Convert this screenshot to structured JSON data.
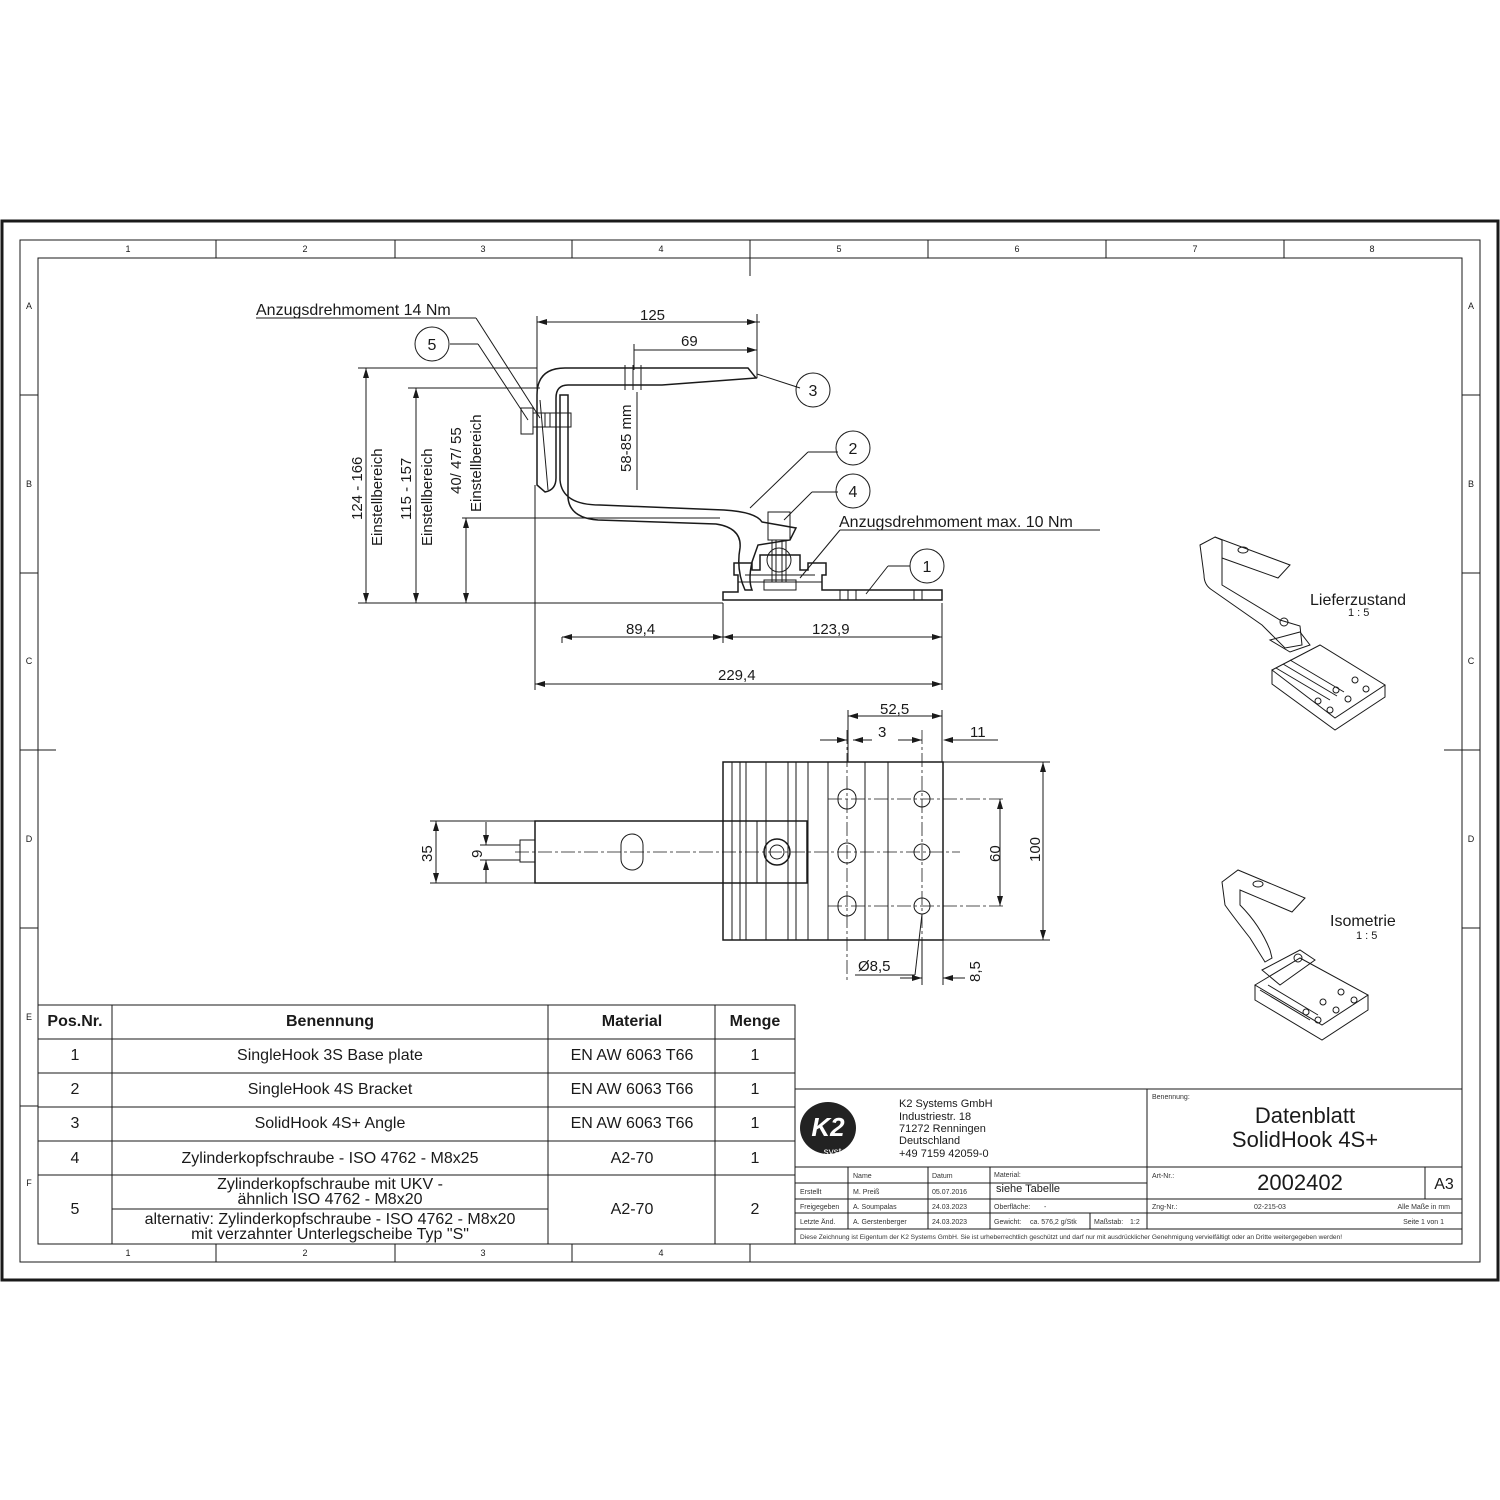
{
  "drawing": {
    "annotations": {
      "torque_top": "Anzugsdrehmoment 14 Nm",
      "torque_mid": "Anzugsdrehmoment max. 10 Nm",
      "dim_125": "125",
      "dim_69": "69",
      "dim_58_85": "58-85 mm",
      "dim_124_166": "124 - 166",
      "dim_115_157": "115 - 157",
      "dim_40_47_55": "40/ 47/ 55",
      "einstellbereich": "Einstellbereich",
      "dim_89_4": "89,4",
      "dim_123_9": "123,9",
      "dim_229_4": "229,4",
      "dim_52_5": "52,5",
      "dim_3": "3",
      "dim_11": "11",
      "dim_35": "35",
      "dim_9": "9",
      "dim_60": "60",
      "dim_100": "100",
      "dim_d8_5": "Ø8,5",
      "dim_8_5": "8,5"
    },
    "balloons": [
      "1",
      "2",
      "3",
      "4",
      "5"
    ],
    "views": {
      "lieferzustand": "Lieferzustand",
      "lieferzustand_scale": "1 : 5",
      "isometrie": "Isometrie",
      "isometrie_scale": "1 : 5"
    }
  },
  "zones": {
    "columns": [
      "1",
      "2",
      "3",
      "4",
      "5",
      "6",
      "7",
      "8"
    ],
    "rows": [
      "A",
      "B",
      "C",
      "D",
      "E",
      "F"
    ]
  },
  "parts_table": {
    "headers": [
      "Pos.Nr.",
      "Benennung",
      "Material",
      "Menge"
    ],
    "rows": [
      {
        "pos": "1",
        "name": "SingleHook 3S Base plate",
        "material": "EN AW 6063 T66",
        "qty": "1"
      },
      {
        "pos": "2",
        "name": "SingleHook 4S Bracket",
        "material": "EN AW 6063 T66",
        "qty": "1"
      },
      {
        "pos": "3",
        "name": "SolidHook 4S+ Angle",
        "material": "EN AW 6063 T66",
        "qty": "1"
      },
      {
        "pos": "4",
        "name": "Zylinderkopfschraube - ISO 4762 - M8x25",
        "material": "A2-70",
        "qty": "1"
      },
      {
        "pos": "5",
        "name_lines": [
          "Zylinderkopfschraube mit UKV -",
          "ähnlich ISO 4762 - M8x20",
          "alternativ: Zylinderkopfschraube - ISO 4762 - M8x20",
          "mit verzahnter Unterlegscheibe Typ \"S\""
        ],
        "material": "A2-70",
        "qty": "2"
      }
    ]
  },
  "title_block": {
    "logo_text": "K2",
    "logo_sub": "systems",
    "company": [
      "K2 Systems GmbH",
      "Industriestr. 18",
      "71272 Renningen",
      "Deutschland",
      "+49 7159 42059-0"
    ],
    "benennung_label": "Benennung:",
    "title_1": "Datenblatt",
    "title_2": "SolidHook 4S+",
    "col_name": "Name",
    "col_datum": "Datum",
    "material_label": "Material:",
    "material_value": "siehe Tabelle",
    "oberflaeche_label": "Oberfläche:",
    "oberflaeche_value": "-",
    "gewicht_label": "Gewicht:",
    "gewicht_value": "ca. 576,2 g/Stk",
    "massstab_label": "Maßstab:",
    "massstab_value": "1:2",
    "erstellt_label": "Erstellt",
    "erstellt_name": "M. Preiß",
    "erstellt_date": "05.07.2016",
    "freigegeben_label": "Freigegeben",
    "freigegeben_name": "A. Soumpalas",
    "freigegeben_date": "24.03.2023",
    "letzte_label": "Letzte Änd.",
    "letzte_name": "A. Gerstenberger",
    "letzte_date": "24.03.2023",
    "artnr_label": "Art-Nr.:",
    "artnr_value": "2002402",
    "format": "A3",
    "zngnr_label": "Zng-Nr.:",
    "zngnr_value": "02-215-03",
    "masse_note": "Alle Maße in mm",
    "sheet_note": "Seite 1 von 1",
    "copyright": "Diese Zeichnung ist Eigentum der K2 Systems GmbH. Sie ist urheberrechtlich geschützt und darf nur mit ausdrücklicher Genehmigung vervielfältigt oder an Dritte weitergegeben werden!"
  }
}
